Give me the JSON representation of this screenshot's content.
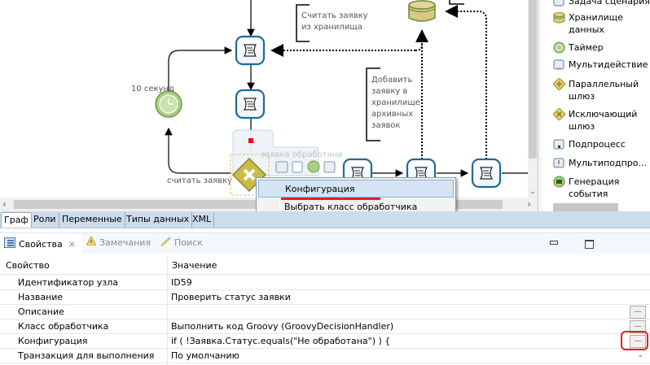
{
  "diagram": {
    "timer_label": "10 секунд",
    "loop_flow_label": "считать заявку",
    "gateway_flow_label": "заявка обработана",
    "annotation_read": [
      "Считать заявку",
      "из хранилища"
    ],
    "annotation_add": [
      "Добавить",
      "заявку в",
      "хранилище",
      "архивных",
      "заявок"
    ]
  },
  "palette": {
    "items": [
      {
        "label": "Задача сценария",
        "icon": "script-task-icon"
      },
      {
        "label": "Хранилище данных",
        "icon": "datastore-icon"
      },
      {
        "label": "Таймер",
        "icon": "timer-icon"
      },
      {
        "label": "Мультидействие",
        "icon": "multi-action-icon"
      },
      {
        "label": "Параллельный шлюз",
        "icon": "parallel-gateway-icon"
      },
      {
        "label": "Исключающий шлюз",
        "icon": "exclusive-gateway-icon"
      },
      {
        "label": "Подпроцесс",
        "icon": "subprocess-icon"
      },
      {
        "label": "Мультиподпро...",
        "icon": "multi-subprocess-icon"
      },
      {
        "label": "Генерация события",
        "icon": "send-message-icon"
      }
    ]
  },
  "context_menu": {
    "items": [
      {
        "label": "Конфигурация",
        "highlighted": true
      },
      {
        "label": "Выбрать класс обработчика",
        "highlighted": false
      }
    ]
  },
  "editor_tabs": [
    {
      "label": "Граф",
      "active": true
    },
    {
      "label": "Роли",
      "active": false
    },
    {
      "label": "Переменные",
      "active": false
    },
    {
      "label": "Типы данных",
      "active": false
    },
    {
      "label": "XML",
      "active": false
    }
  ],
  "views": {
    "properties_tab": "Свойства",
    "problems_tab": "Замечания",
    "search_tab": "Поиск",
    "close_glyph": "⨯"
  },
  "properties": {
    "col_property": "Свойство",
    "col_value": "Значение",
    "rows": [
      {
        "key": "Идентификатор узла",
        "value": "ID59",
        "control": "none"
      },
      {
        "key": "Название",
        "value": "Проверить статус заявки",
        "control": "none"
      },
      {
        "key": "Описание",
        "value": "",
        "control": "dots"
      },
      {
        "key": "Класс обработчика",
        "value": "Выполнить код Groovy (GroovyDecisionHandler)",
        "control": "dots"
      },
      {
        "key": "Конфигурация",
        "value": "if ( !Заявка.Статус.equals(\"Не обработана\") ) {",
        "control": "dots-highlighted"
      },
      {
        "key": "Транзакция для выполнения",
        "value": "По умолчанию",
        "control": "dropdown"
      }
    ],
    "dots_label": "...",
    "dropdown_glyph": "⌄"
  },
  "colors": {
    "task_border": "#1f6b97",
    "timer_fill": "#a9cf84",
    "gateway_fill": "#c8bb4a",
    "datastore_fill": "#d8c889",
    "highlight_red": "#e41e26",
    "tabbar_bg": "#ccdcec"
  }
}
